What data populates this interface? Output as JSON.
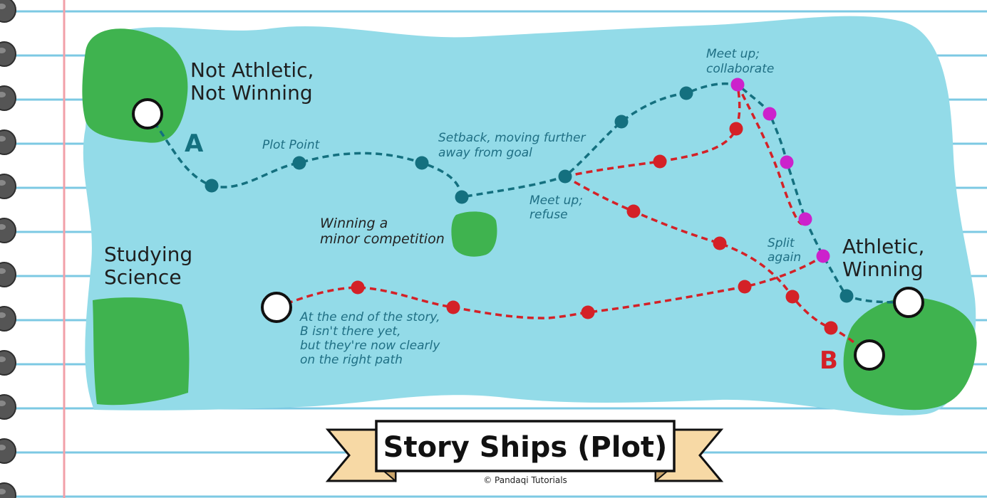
{
  "title": "Story Ships (Plot)",
  "credit": "© Pandaqi Tutorials",
  "colors": {
    "water": "#93dbe8",
    "land": "#3fb34f",
    "ship_a": "#14707f",
    "ship_b": "#d42127",
    "collab": "#cc22cc",
    "ruled_line": "#7cc9e3",
    "margin_line": "#f2a0a8",
    "ribbon": "#f7d9a5"
  },
  "regions": {
    "not_athletic": {
      "line1": "Not Athletic,",
      "line2": "Not Winning"
    },
    "studying": {
      "line1": "Studying",
      "line2": "Science"
    },
    "athletic": {
      "line1": "Athletic,",
      "line2": "Winning"
    },
    "minor": {
      "line1": "Winning a",
      "line2": "minor competition"
    }
  },
  "ships": {
    "a": "A",
    "b": "B"
  },
  "notes": {
    "plot_point": "Plot Point",
    "setback_1": "Setback, moving further",
    "setback_2": "away from goal",
    "meet_refuse_1": "Meet up;",
    "meet_refuse_2": "refuse",
    "meet_collab_1": "Meet up;",
    "meet_collab_2": "collaborate",
    "split_1": "Split",
    "split_2": "again",
    "end_1": "At the end of the story,",
    "end_2": "B isn't there yet,",
    "end_3": "but they're now clearly",
    "end_4": "on the right path"
  },
  "icons": [
    "notebook-ring-icon",
    "start-circle-icon",
    "end-circle-icon",
    "ribbon-banner-icon"
  ]
}
